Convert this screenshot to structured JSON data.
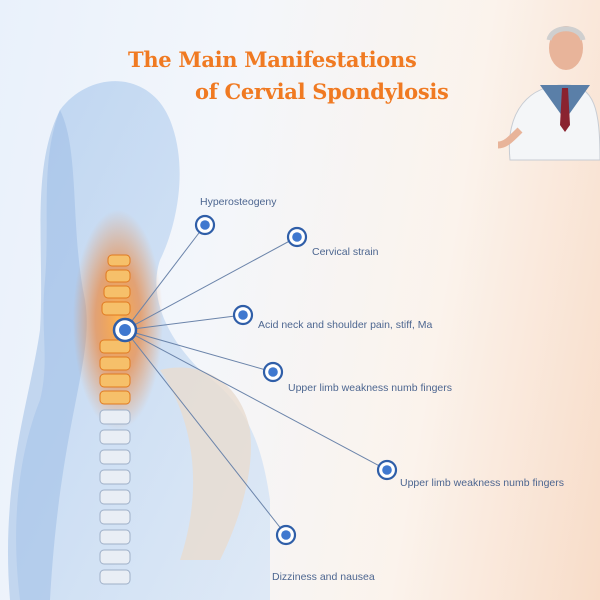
{
  "title": {
    "line1": "The Main Manifestations",
    "line2": "of Cervial Spondylosis"
  },
  "labels": [
    "Hyperosteogeny",
    "Cervical strain",
    "Acid neck and shoulder pain, stiff, Ma",
    "Upper limb weakness numb fingers",
    "Upper limb weakness numb fingers",
    "Dizziness and nausea"
  ],
  "colors": {
    "title": "#f07a22",
    "marker": "#3f78cf",
    "label": "#4d6690",
    "spine": "#f08a2a"
  }
}
